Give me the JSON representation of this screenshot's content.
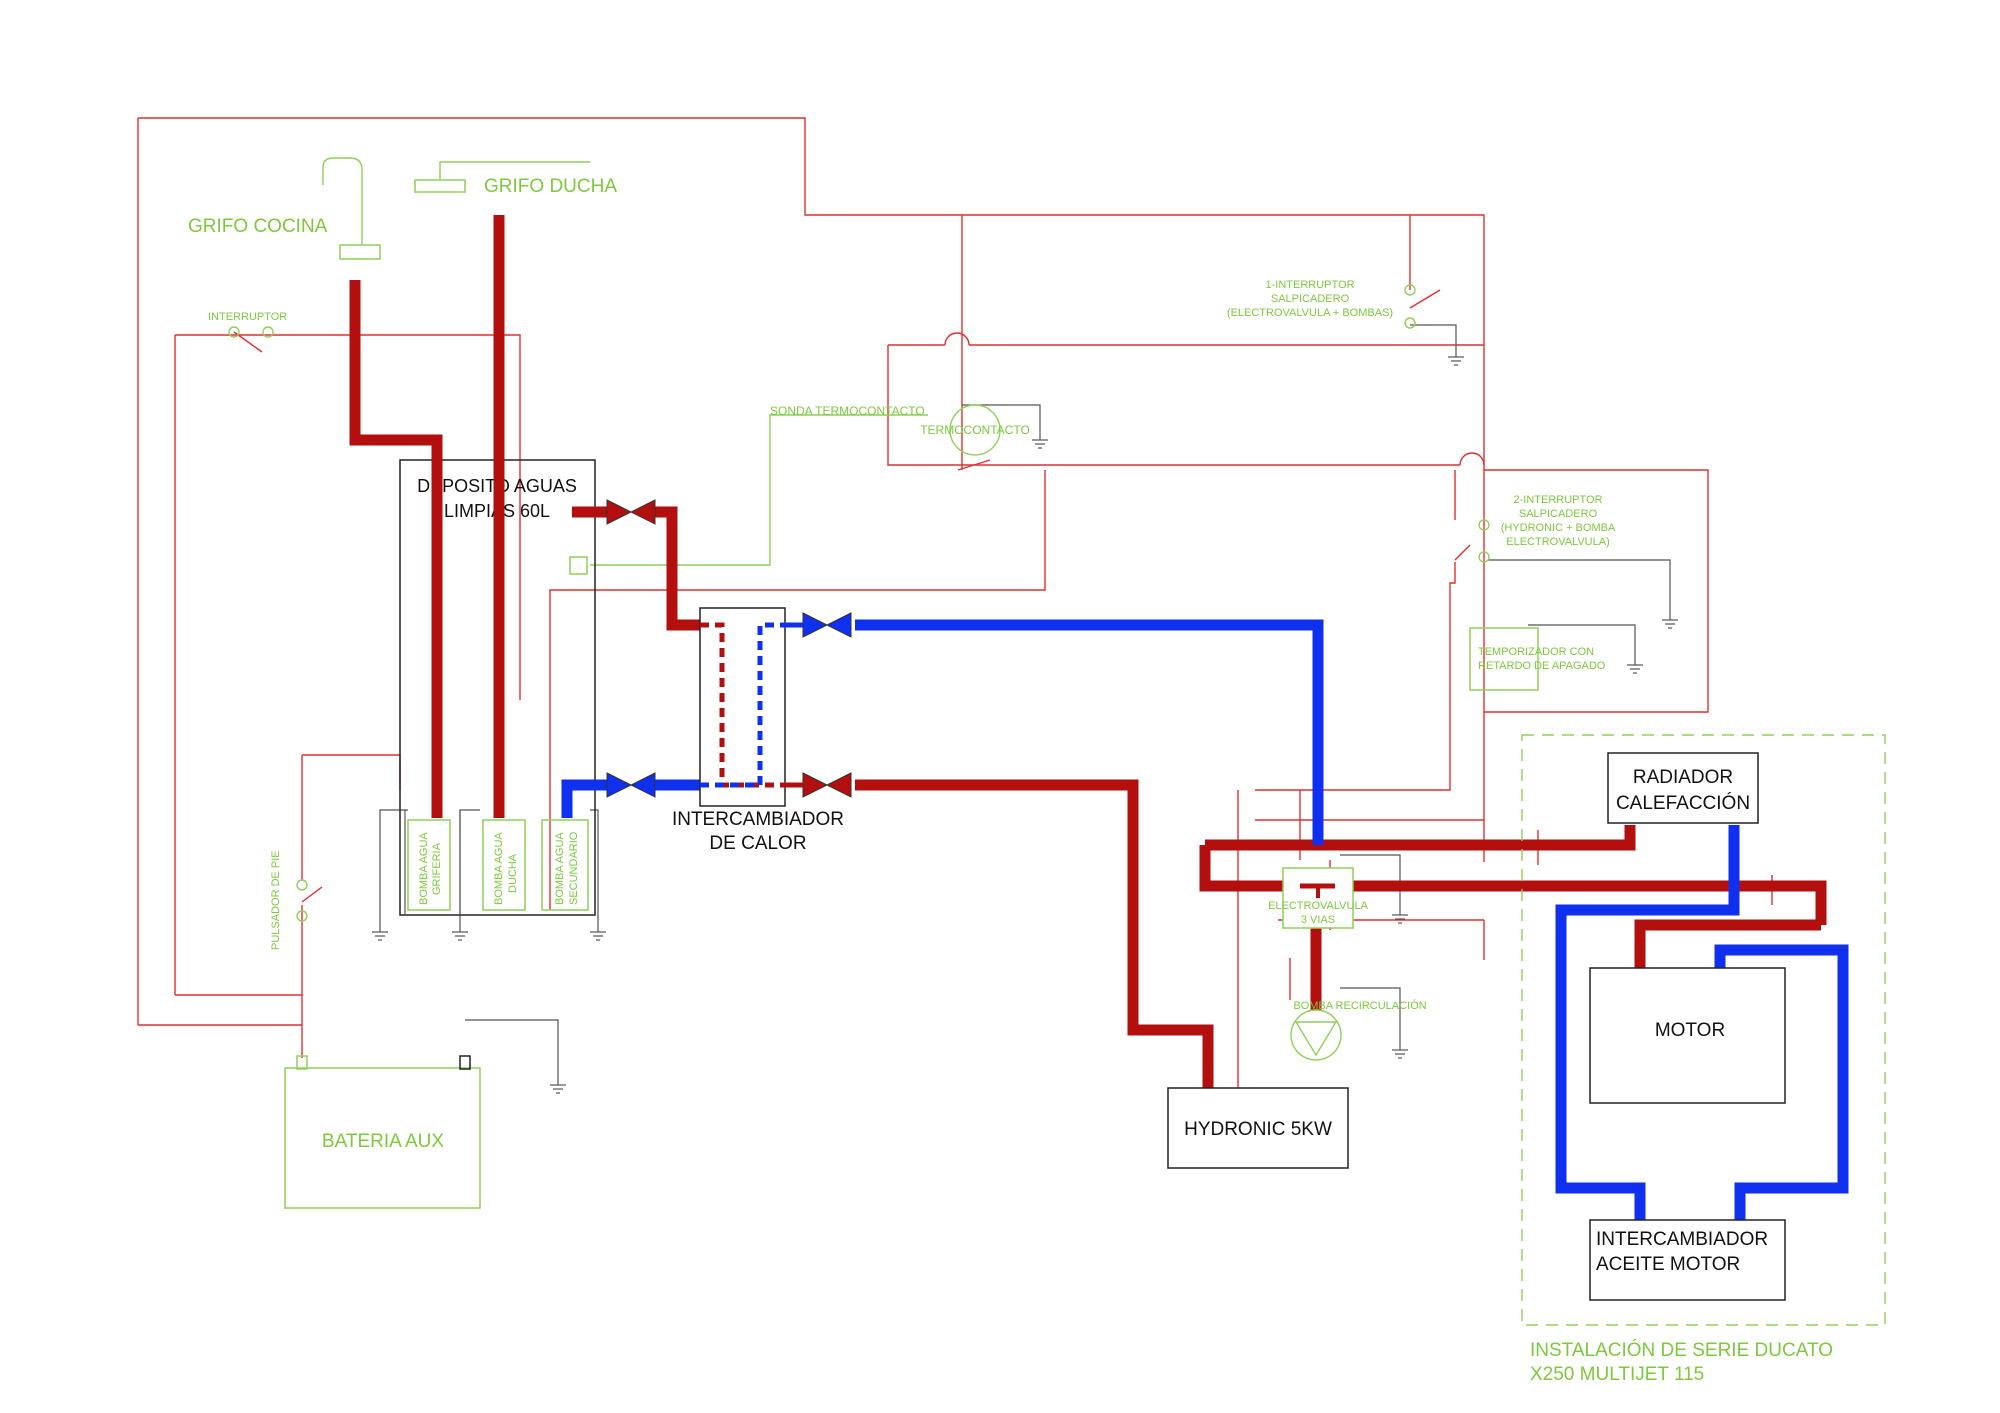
{
  "labels": {
    "grifo_cocina": "GRIFO COCINA",
    "grifo_ducha": "GRIFO DUCHA",
    "interruptor": "INTERRUPTOR",
    "deposito_1": "DEPOSITO AGUAS",
    "deposito_2": "LIMPIAS 60L",
    "sonda": "SONDA TERMOCONTACTO",
    "termocontacto": "TERMOCONTACTO",
    "int1_1": "1-INTERRUPTOR",
    "int1_2": "SALPICADERO",
    "int1_3": "(ELECTROVALVULA + BOMBAS)",
    "int2_1": "2-INTERRUPTOR",
    "int2_2": "SALPICADERO",
    "int2_3": "(HYDRONIC + BOMBA",
    "int2_4": "ELECTROVALVULA)",
    "temporizador_1": "TEMPORIZADOR CON",
    "temporizador_2": "RETARDO DE APAGADO",
    "intercambiador_1": "INTERCAMBIADOR",
    "intercambiador_2": "DE CALOR",
    "bomba_griferia_1": "BOMBA AGUA",
    "bomba_griferia_2": "GRIFERIA",
    "bomba_ducha_1": "BOMBA AGUA",
    "bomba_ducha_2": "DUCHA",
    "bomba_secundario_1": "BOMBA AGUA",
    "bomba_secundario_2": "SECUNDARIO",
    "pulsador": "PULSADOR DE PIE",
    "bateria": "BATERIA AUX",
    "electrovalvula_1": "ELECTROVALVULA",
    "electrovalvula_2": "3 VIAS",
    "bomba_recirculacion": "BOMBA RECIRCULACIÓN",
    "hydronic": "HYDRONIC 5KW",
    "radiador_1": "RADIADOR",
    "radiador_2": "CALEFACCIÓN",
    "motor": "MOTOR",
    "int_aceite_1": "INTERCAMBIADOR",
    "int_aceite_2": "ACEITE MOTOR",
    "serie_1": "INSTALACIÓN DE SERIE DUCATO",
    "serie_2": "X250 MULTIJET 115"
  },
  "colors": {
    "hot_pipe": "#b40f0f",
    "cold_pipe": "#1030f0",
    "wire": "#e03030",
    "control": "#8fd05a",
    "label_green": "#7dc93e"
  }
}
